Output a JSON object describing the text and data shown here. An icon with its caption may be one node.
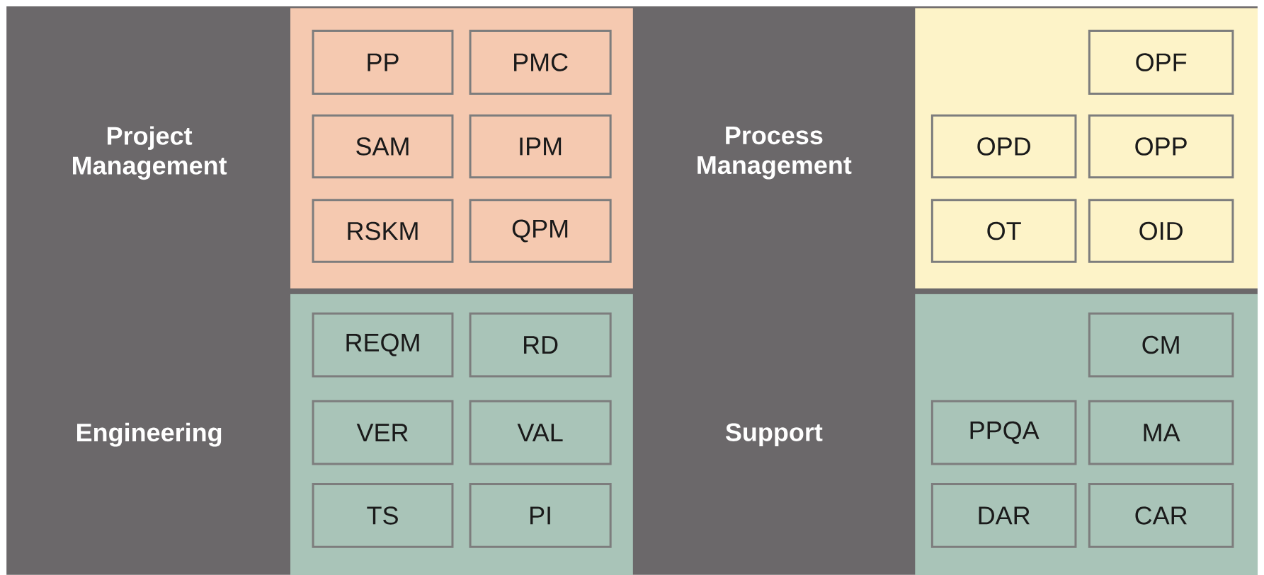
{
  "diagram": {
    "nodes": [
      {
        "text": [
          "Project Management"
        ]
      },
      {
        "text": [
          "PP"
        ],
        "in": 0
      },
      {
        "text": [
          "PMC"
        ],
        "in": 0
      },
      {
        "text": [
          "SAM"
        ],
        "in": 0
      },
      {
        "text": [
          "IPM"
        ],
        "in": 0
      },
      {
        "text": [
          "RSKM"
        ],
        "in": 0
      },
      {
        "text": [
          "QPM"
        ],
        "in": 0
      },
      {
        "text": [
          "Process Management"
        ]
      },
      {
        "text": [
          "OPF"
        ],
        "in": 7
      },
      {
        "text": [
          "OPD"
        ],
        "in": 7
      },
      {
        "text": [
          "OPP"
        ],
        "in": 7
      },
      {
        "text": [
          "OT"
        ],
        "in": 7
      },
      {
        "text": [
          "OID"
        ],
        "in": 7
      },
      {
        "text": [
          "Engineering"
        ]
      },
      {
        "text": [
          "REQM"
        ],
        "in": 13
      },
      {
        "text": [
          "RD"
        ],
        "in": 13
      },
      {
        "text": [
          "VER"
        ],
        "in": 13
      },
      {
        "text": [
          "VAL"
        ],
        "in": 13
      },
      {
        "text": [
          "TS"
        ],
        "in": 13
      },
      {
        "text": [
          "PI"
        ],
        "in": 13
      },
      {
        "text": [
          "Support"
        ]
      },
      {
        "text": [
          "CM"
        ],
        "in": 20
      },
      {
        "text": [
          "PPQA"
        ],
        "in": 20
      },
      {
        "text": [
          "MA"
        ],
        "in": 20
      },
      {
        "text": [
          "DAR"
        ],
        "in": 20
      },
      {
        "text": [
          "CAR"
        ],
        "in": 20
      }
    ]
  }
}
